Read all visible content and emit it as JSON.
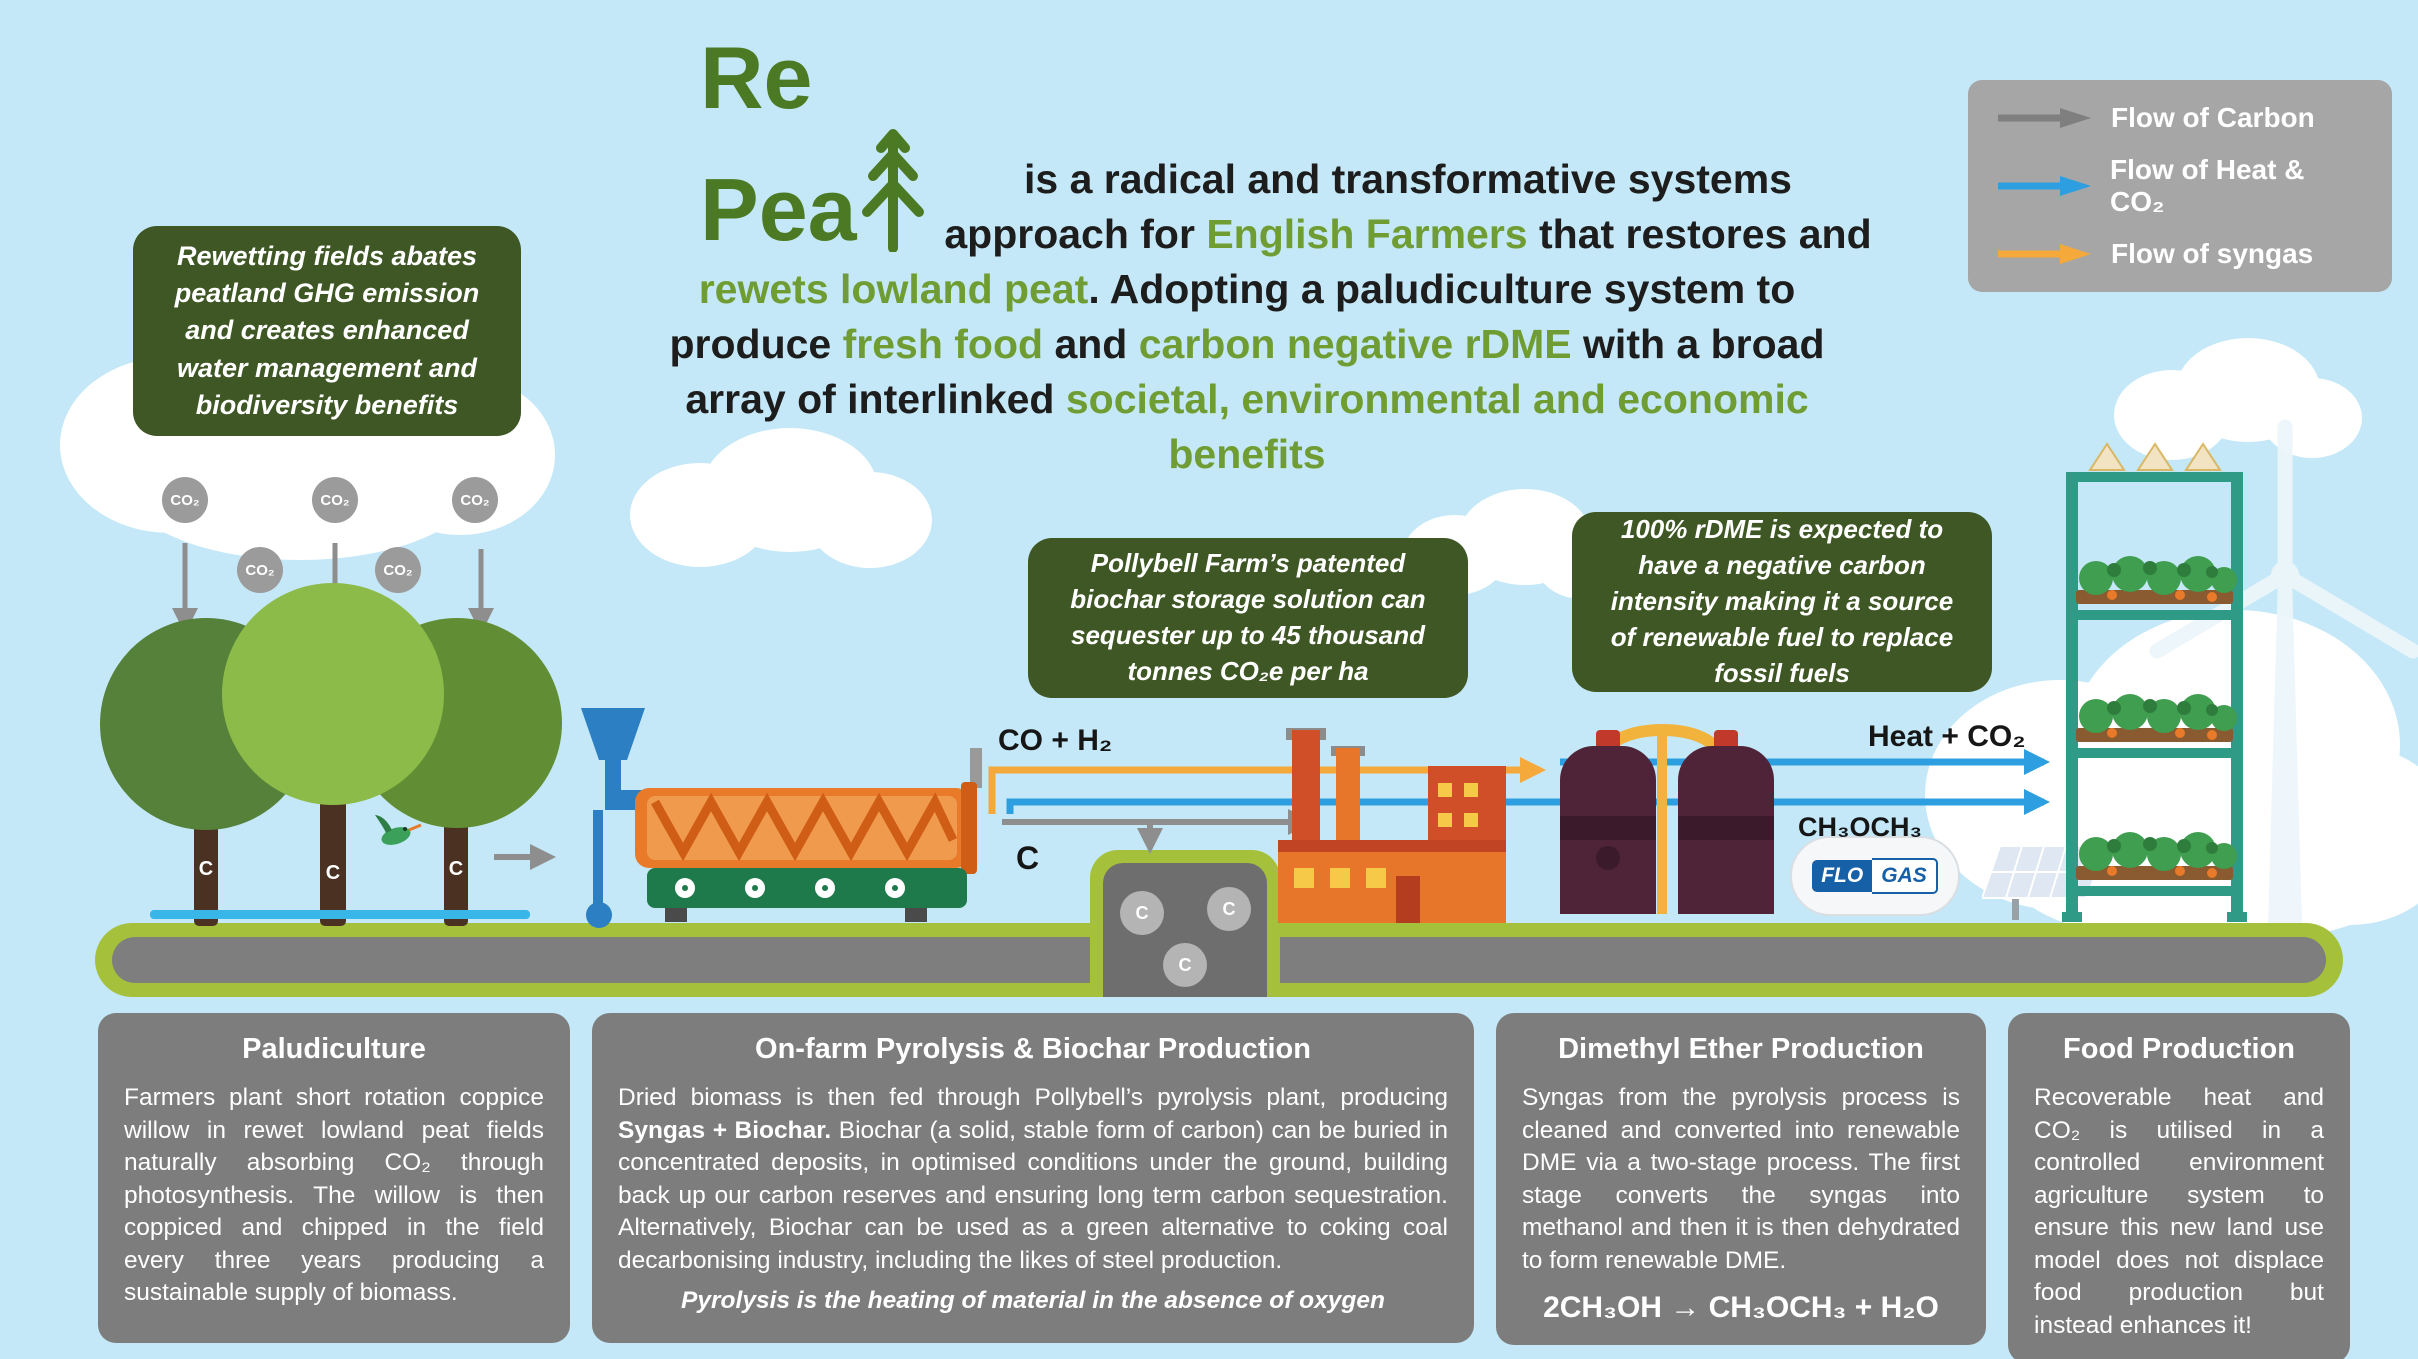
{
  "logo": {
    "line1": "Re",
    "line2": "Pea",
    "brand": "RePeat"
  },
  "title": {
    "seg1": "is a radical and transformative systems approach for ",
    "seg2": "English Farmers",
    "seg3": " that restores and ",
    "seg4": "rewets lowland peat",
    "seg5": ". Adopting a paludiculture system to produce ",
    "seg6": "fresh food",
    "seg7": " and ",
    "seg8": "carbon negative rDME",
    "seg9": " with a broad array of interlinked ",
    "seg10": "societal, environmental and economic benefits"
  },
  "legend": {
    "items": [
      {
        "label": "Flow of Carbon",
        "color": "#7f7f7f"
      },
      {
        "label": "Flow of Heat & CO₂",
        "color": "#2d9fe0"
      },
      {
        "label": "Flow of syngas",
        "color": "#f6a93b"
      }
    ]
  },
  "callouts": {
    "rewetting": "Rewetting fields abates peatland GHG emission and creates enhanced water management and biodiversity benefits",
    "biochar_pre": "Pollybell Farm’s patented biochar storage solution can sequester up to ",
    "biochar_bold": "45 thousand tonnes CO₂e",
    "biochar_post": " per ha",
    "rdme": "100% rDME is expected to have a negative carbon intensity making it a source of renewable fuel to replace fossil fuels"
  },
  "flows": {
    "syngas_label": "CO + H₂",
    "carbon_label": "C",
    "heat_label": "Heat + CO₂",
    "dme_label": "CH₃OCH₃"
  },
  "scene": {
    "co2_bubble": "CO₂",
    "carbon_c": "C",
    "flogas_flo": "FLO",
    "flogas_gas": "GAS"
  },
  "info_boxes": [
    {
      "title": "Paludiculture",
      "body": "Farmers plant short rotation coppice willow in rewet lowland peat fields naturally absorbing CO₂ through photosynthesis. The willow is then coppiced and chipped in the field every three years producing a sustainable supply of biomass."
    },
    {
      "title": "On-farm Pyrolysis & Biochar Production",
      "body_pre": "Dried biomass is then fed through Pollybell’s pyrolysis plant, producing ",
      "body_bold": "Syngas + Biochar.",
      "body_post": " Biochar (a solid, stable form of carbon) can be buried in concentrated deposits, in optimised conditions under the ground, building back up our carbon reserves and ensuring long term carbon sequestration. Alternatively, Biochar can be used as a green alternative to coking coal decarbonising industry, including the likes of steel production.",
      "note": "Pyrolysis is the heating of material in the absence of oxygen"
    },
    {
      "title": "Dimethyl Ether Production",
      "body": "Syngas from the pyrolysis process is cleaned and converted into renewable DME via a two-stage process. The first stage converts the syngas into methanol and then it is then dehydrated to form renewable DME.",
      "formula": "2CH₃OH → CH₃OCH₃ + H₂O"
    },
    {
      "title": "Food Production",
      "body": "Recoverable heat and CO₂ is utilised in a controlled environment agriculture system to ensure this new land use model does not displace food production but instead enhances it!"
    }
  ],
  "colors": {
    "sky": "#c4e8f7",
    "callout_green": "#3e5724",
    "accent_green": "#6f9d33",
    "ground_green": "#a5c13c",
    "box_gray": "#7d7d7d",
    "arrow_gray": "#8e8e8e",
    "arrow_blue": "#2d9fe0",
    "arrow_orange": "#f6a93b"
  }
}
